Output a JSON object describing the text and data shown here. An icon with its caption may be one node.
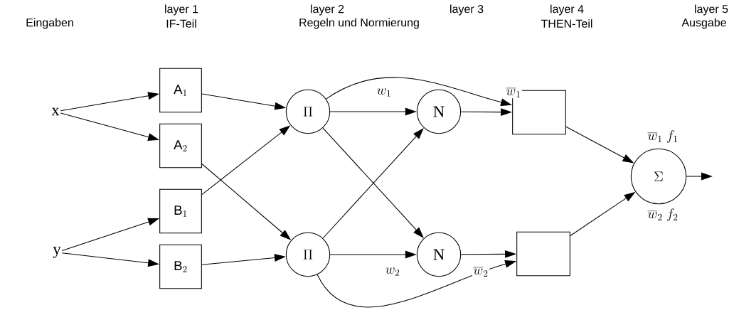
{
  "diagram": {
    "nodes": [
      {
        "text": [
          "x"
        ]
      },
      {
        "text": [
          "y"
        ]
      },
      {
        "text": [
          "\\mathrm{A}_{1}"
        ]
      },
      {
        "text": [
          "\\mathrm{A}_{2}"
        ]
      },
      {
        "text": [
          "\\mathrm{B}_{1}"
        ]
      },
      {
        "text": [
          "\\mathrm{B}_{2}"
        ]
      },
      {
        "text": [
          "\\Pi"
        ]
      },
      {
        "text": [
          "\\Pi"
        ]
      },
      {
        "text": [
          "N"
        ]
      },
      {
        "text": [
          "N"
        ]
      },
      {
        "text": [],
        "shape": "box"
      },
      {
        "text": [],
        "shape": "box"
      },
      {
        "text": [
          "\\Sigma"
        ]
      }
    ],
    "edges": [
      {
        "from": 0,
        "to": 2,
        "arrow": "to"
      },
      {
        "from": 0,
        "to": 3,
        "arrow": "to"
      },
      {
        "from": 1,
        "to": 4,
        "arrow": "to"
      },
      {
        "from": 1,
        "to": 5,
        "arrow": "to"
      },
      {
        "from": 2,
        "to": 6,
        "arrow": "to"
      },
      {
        "from": 3,
        "to": 7,
        "arrow": "to"
      },
      {
        "from": 4,
        "to": 6,
        "arrow": "to"
      },
      {
        "from": 5,
        "to": 7,
        "arrow": "to"
      },
      {
        "from": 6,
        "to": 8,
        "arrow": "to",
        "label": "w_{1}"
      },
      {
        "from": 6,
        "to": 9,
        "arrow": "to"
      },
      {
        "from": 7,
        "to": 8,
        "arrow": "to"
      },
      {
        "from": 7,
        "to": 9,
        "arrow": "to",
        "label": "w_{2}"
      },
      {
        "from": 6,
        "to": 10,
        "arrow": "to"
      },
      {
        "from": 7,
        "to": 11,
        "arrow": "to"
      },
      {
        "from": 8,
        "to": 10,
        "arrow": "to",
        "label": "\\overline{w}_{1}"
      },
      {
        "from": 9,
        "to": 11,
        "arrow": "to",
        "label": "\\overline{w}_{2}"
      },
      {
        "from": 10,
        "to": 12,
        "arrow": "to",
        "label": "\\overline{w}_{1}\\;f_{1}"
      },
      {
        "from": 11,
        "to": 12,
        "arrow": "to",
        "label": "\\overline{w}_{2}\\;f_{2}"
      },
      {
        "from": 12,
        "to": null,
        "arrow": "to"
      }
    ],
    "labels": [
      "layer 1",
      "layer 2",
      "layer 3",
      "layer 4",
      "layer 5",
      "Eingaben",
      "IF-Teil",
      "Regeln und Normierung",
      "THEN-Teil",
      "Ausgabe"
    ]
  }
}
